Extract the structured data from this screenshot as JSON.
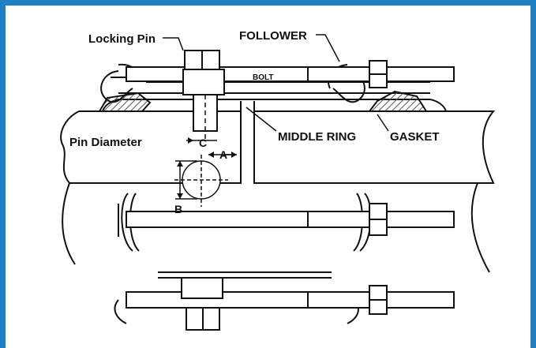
{
  "labels": {
    "locking_pin": "Locking Pin",
    "follower": "FOLLOWER",
    "bolt": "BOLT",
    "pin_diameter": "Pin Diameter",
    "c": "C",
    "a": "A",
    "b": "B",
    "middle_ring": "MIDDLE RING",
    "gasket": "GASKET"
  },
  "colors": {
    "frame": "#1e7fc4",
    "line": "#111111",
    "hatch": "#555555"
  }
}
